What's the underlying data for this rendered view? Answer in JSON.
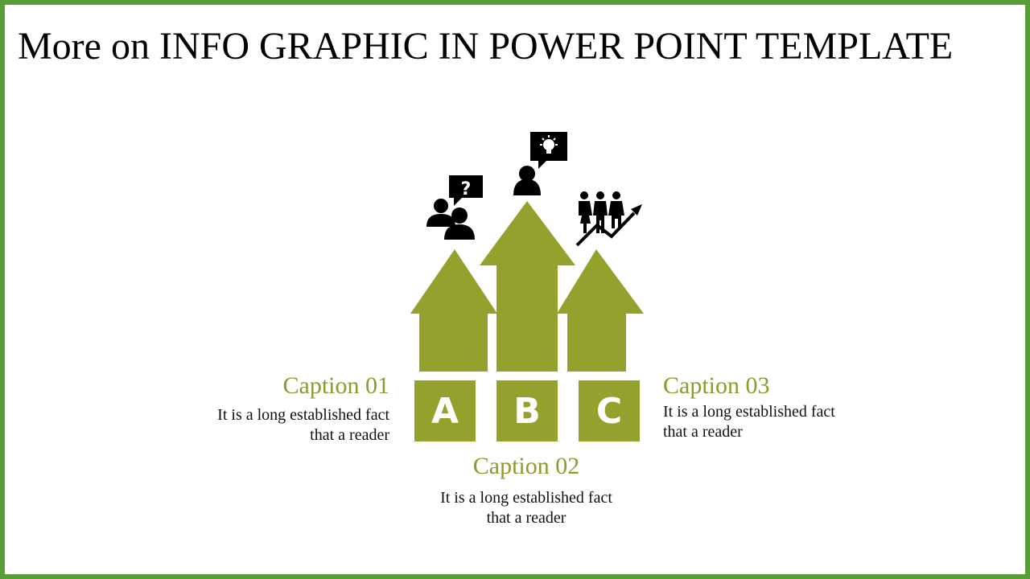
{
  "slide": {
    "title": "More on INFO GRAPHIC IN POWER POINT TEMPLATE"
  },
  "colors": {
    "accent": "#95a12d",
    "caption": "#8f9a2c",
    "border": "#5a9e3a",
    "icon": "#000000"
  },
  "boxes": [
    {
      "letter": "A"
    },
    {
      "letter": "B"
    },
    {
      "letter": "C"
    }
  ],
  "captions": [
    {
      "title": "Caption 01",
      "line1": "It is a long established fact",
      "line2": "that a reader",
      "icon": "people-question-icon"
    },
    {
      "title": "Caption 02",
      "line1": "It is a long established fact",
      "line2": "that a reader",
      "icon": "person-idea-icon"
    },
    {
      "title": "Caption 03",
      "line1": "It is a long established fact",
      "line2": "that a reader",
      "icon": "team-growth-icon"
    }
  ]
}
